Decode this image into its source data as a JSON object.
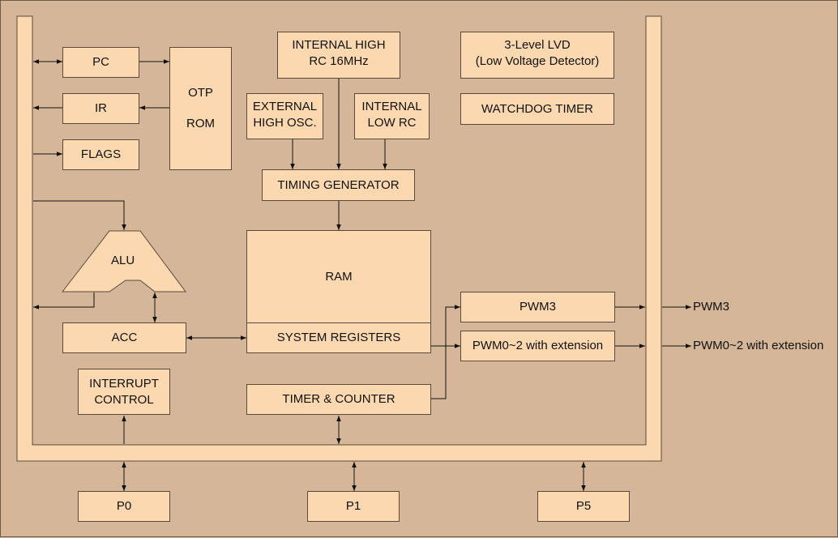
{
  "blocks": {
    "pc": "PC",
    "ir": "IR",
    "flags": "FLAGS",
    "otp_rom": "OTP\nROM",
    "internal_high_rc": "INTERNAL HIGH\nRC 16MHz",
    "external_high_osc": "EXTERNAL\nHIGH OSC.",
    "internal_low_rc": "INTERNAL\nLOW RC",
    "timing_generator": "TIMING GENERATOR",
    "lvd": "3-Level LVD\n(Low Voltage Detector)",
    "watchdog_timer": "WATCHDOG TIMER",
    "alu": "ALU",
    "ram": "RAM",
    "system_registers": "SYSTEM REGISTERS",
    "acc": "ACC",
    "pwm3": "PWM3",
    "pwm0_2": "PWM0~2 with extension",
    "interrupt_control": "INTERRUPT\nCONTROL",
    "timer_counter": "TIMER & COUNTER",
    "p0": "P0",
    "p1": "P1",
    "p5": "P5"
  },
  "outputs": {
    "pwm3": "PWM3",
    "pwm0_2": "PWM0~2 with extension"
  },
  "colors": {
    "background": "#d6b698",
    "block_fill": "#fcd8b0",
    "border": "#5a4a3a"
  }
}
